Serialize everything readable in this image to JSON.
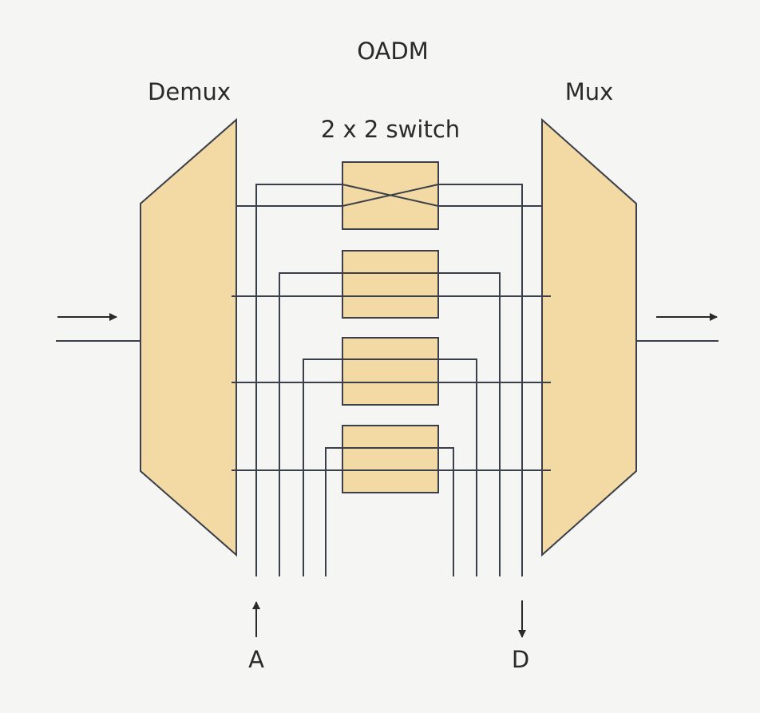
{
  "title": "OADM",
  "labels": {
    "demux": "Demux",
    "mux": "Mux",
    "switch": "2 x 2 switch",
    "add": "A",
    "drop": "D"
  },
  "colors": {
    "fill": "#f3d9a4",
    "stroke": "#3a3f4a",
    "background": "#f5f5f3"
  }
}
